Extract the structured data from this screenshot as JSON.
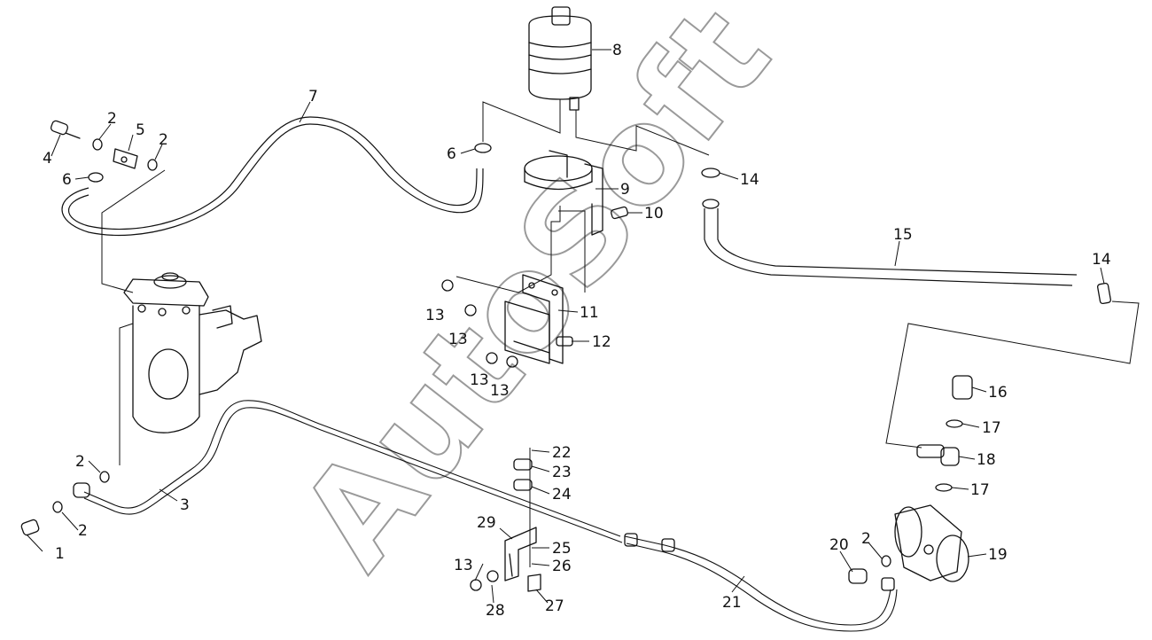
{
  "watermark": "AutoSoft",
  "callouts": {
    "c1": "1",
    "c2a": "2",
    "c2b": "2",
    "c2c": "2",
    "c2d": "2",
    "c2e": "2",
    "c3": "3",
    "c4": "4",
    "c5": "5",
    "c6a": "6",
    "c6b": "6",
    "c7": "7",
    "c8": "8",
    "c9": "9",
    "c10": "10",
    "c11": "11",
    "c12": "12",
    "c13a": "13",
    "c13b": "13",
    "c13c": "13",
    "c13d": "13",
    "c13e": "13",
    "c14a": "14",
    "c14b": "14",
    "c15": "15",
    "c16": "16",
    "c17a": "17",
    "c17b": "17",
    "c18": "18",
    "c19": "19",
    "c20": "20",
    "c21": "21",
    "c22": "22",
    "c23": "23",
    "c24": "24",
    "c25": "25",
    "c26": "26",
    "c27": "27",
    "c28": "28",
    "c29": "29"
  }
}
